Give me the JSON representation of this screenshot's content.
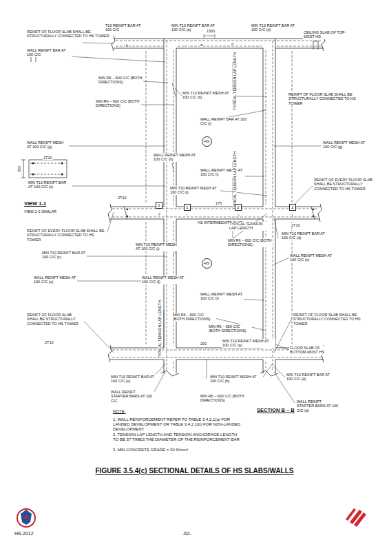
{
  "diagram": {
    "caption": "FIGURE 3.5.4(c)  SECTIONAL DETAILS OF HS SLABS/WALLS",
    "nodes": [
      {
        "text": [
          "HS"
        ]
      },
      {
        "text": [
          "1"
        ]
      },
      {
        "text": [
          "1"
        ]
      },
      {
        "text": [
          "2"
        ]
      },
      {
        "text": [
          "2"
        ]
      },
      {
        "text": [
          "HS"
        ]
      }
    ],
    "labels": [
      "REINFT OF FLOOR SLAB SHALL BE STRUCTURALLY CONNECTED TO HS TOWER",
      "T10 REINFT BAR AT 100 C/C",
      "MIN T10 REINFT BAR AT 100 C/C (a)",
      "1300",
      "MIN T10 REINFT BAR AT 100 C/C (d)",
      "CEILING SLAB OF TOP-MOST HS",
      "WALL REINFT BAR AT 100 C/C",
      "MIN R6 – 600 C/C (BOTH DIRECTIONS)",
      "MIN T10 REINFT MESH AT 100 C/C (b)",
      "MIN R6 – 600 C/C (BOTH DIRECTIONS)",
      "TYPICAL TENSION LAP LENGTH",
      "REINFT OF FLOOR SLAB SHALL BE STRUCTURALLY CONNECTED TO HS TOWER",
      "WALL REINFT BAR AT 100 C/C (j)",
      "WALL REINFT MESH AT 100 C/C (g)",
      "WALL REINFT MESH AT 100 C/C (g)",
      "WALL REINFT MESH AT 100 C/C (h)",
      "200",
      "2T10",
      "WALL REINFT MESH AT 100 C/C (i)",
      "MIN T10 REINFT BAR AT 100 C/C (c)",
      "MIN T10 REINFT MESH AT 100 C/C (j)",
      "TYPICAL TENSION LAP LENGTH",
      "REINFT OF EVERY FLOOR SLAB SHALL BE STRUCTURALLY CONNECTED TO HS TOWER",
      "VIEW 1-1",
      "VIEW 2-2 SIMILAR",
      "2T10",
      "175",
      "HS INTERMEDIATE SLAB",
      "2T10",
      "REINFT OF EVERY FLOOR SLAB SHALL BE STRUCTURALLY CONNECTED TO HS TOWER",
      "TYPICAL TENSION LAP LENGTH",
      "MIN R6 – 600 C/C (BOTH DIRECTIONS)",
      "MIN T10 REINFT BAR AT 100 C/C (d)",
      "MIN T10 REINFT BAR AT 100 C/C (c)",
      "MIN T10 REINFT MESH AT 100 C/C (i)",
      "WALL REINFT MESH AT 100 C/C (e)",
      "WALL REINFT MESH AT 100 C/C (f)",
      "WALL REINFT MESH AT 100 C/C (e)",
      "WALL REINFT MESH AT 100 C/C (f)",
      "MIN R6 – 600 C/C (BOTH DIRECTIONS)",
      "REINFT OF FLOOR SLAB SHALL BE STRUCTURALLY CONNECTED TO HS TOWER",
      "2T10",
      "TYPICAL TENSION LAP LENGTH",
      "MIN R6 – 600 C/C (BOTH DIRECTIONS)",
      "MIN T10 REINFT MESH AT 100 C/C (a)",
      "REINFT OF FLOOR SLAB SHALL BE STRUCTURALLY CONNECTED TO HS TOWER",
      "FLOOR SLAB OF BOTTOM-MOST HS",
      "200",
      "MIN T10 REINFT BAR AT 100 C/C (e)",
      "MIN T10 REINFT MESH AT 100 C/C (b)",
      "MIN T10 REINFT BAR AT 100 C/C (d)",
      "WALL REINFT STARTER BARS AT 100 C/C",
      "MIN R6 – 600 C/C (BOTH DIRECTIONS)",
      "WALL REINFT STARTER BARS AT 100 C/C (d)",
      "SECTION B – B",
      "NOTE:",
      "1. WALL REINFORCEMENT REFER TO TABLE 3.4.2.1(a) FOR LANDED DEVELOPMENT OR TABLE 3.4.2.1(b) FOR NON-LANDED DEVELOPMENT",
      "2. TENSION LAP LENGTH AND TENSION ANCHORAGE LENGTH TO BE 37 TIMES THE DIAMETER OF THE REINFORCEMENT BAR",
      "3. MIN CONCRETE GRADE = 30 N/mm²",
      "HS-2012",
      "-62-",
      "b",
      "c",
      "a",
      "d"
    ]
  }
}
